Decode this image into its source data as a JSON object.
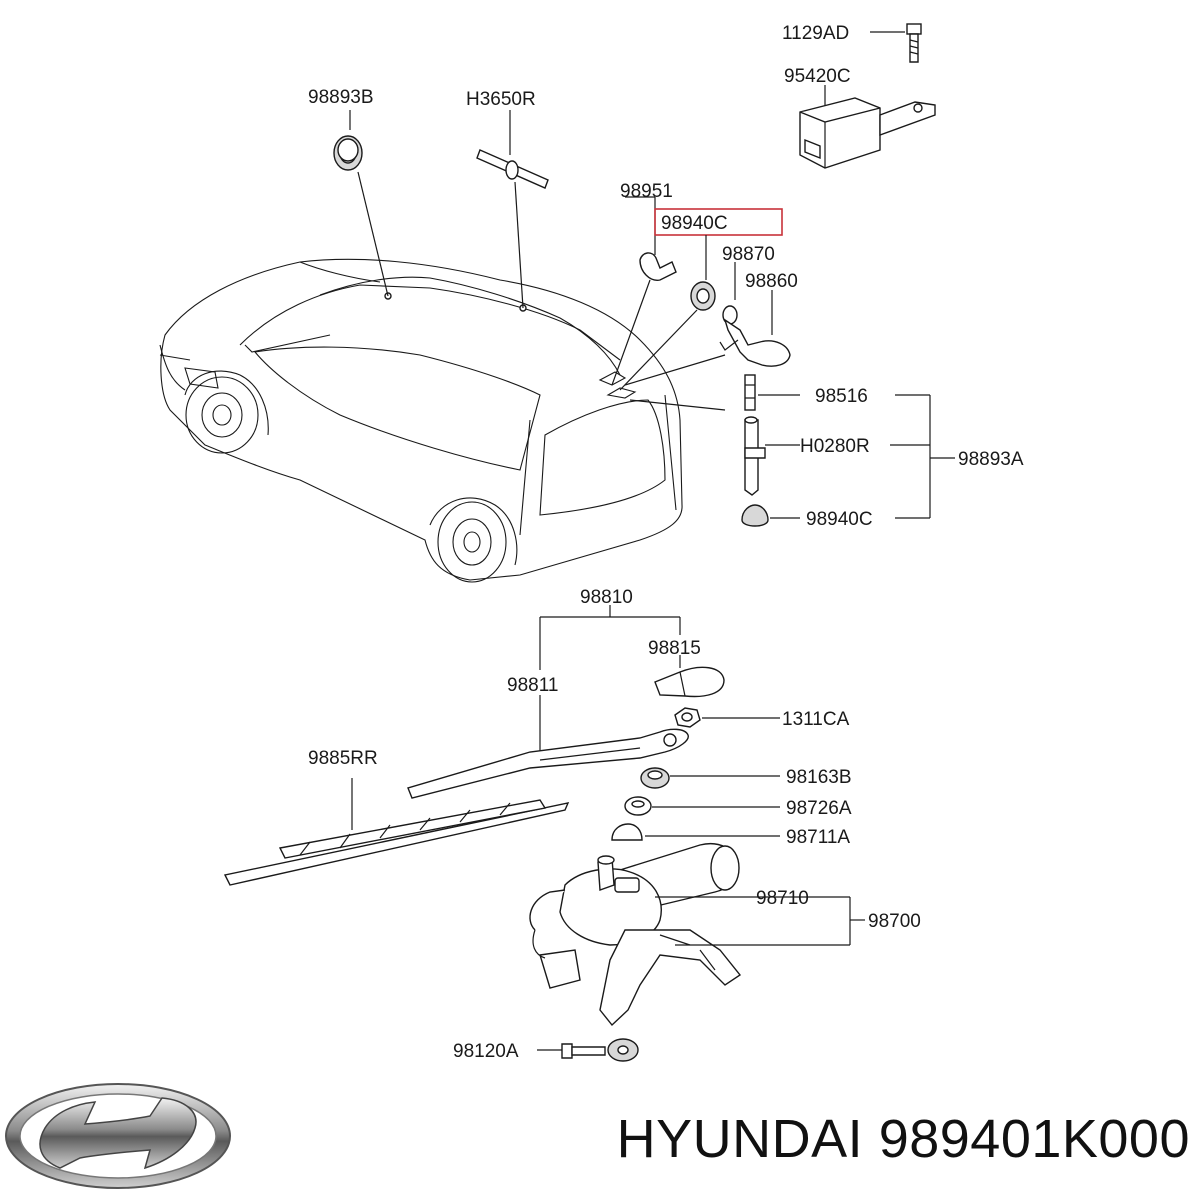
{
  "caption": {
    "brand": "HYUNDAI",
    "part_number": "989401K000"
  },
  "labels": {
    "p1129AD": "1129AD",
    "p95420C": "95420C",
    "p98893B": "98893B",
    "pH3650R": "H3650R",
    "p98951": "98951",
    "p98940C_top": "98940C",
    "p98870": "98870",
    "p98860": "98860",
    "p98516": "98516",
    "pH0280R": "H0280R",
    "p98893A": "98893A",
    "p98940C_bottom": "98940C",
    "p98810": "98810",
    "p98815": "98815",
    "p98811": "98811",
    "p1311CA": "1311CA",
    "p9885RR": "9885RR",
    "p98163B": "98163B",
    "p98726A": "98726A",
    "p98711A": "98711A",
    "p98710": "98710",
    "p98700": "98700",
    "p98120A": "98120A"
  },
  "highlighted_label": "98940C",
  "colors": {
    "highlight": "#c8323a",
    "ink": "#1a1a1a"
  },
  "icons": {
    "logo": "hyundai-logo-icon"
  }
}
